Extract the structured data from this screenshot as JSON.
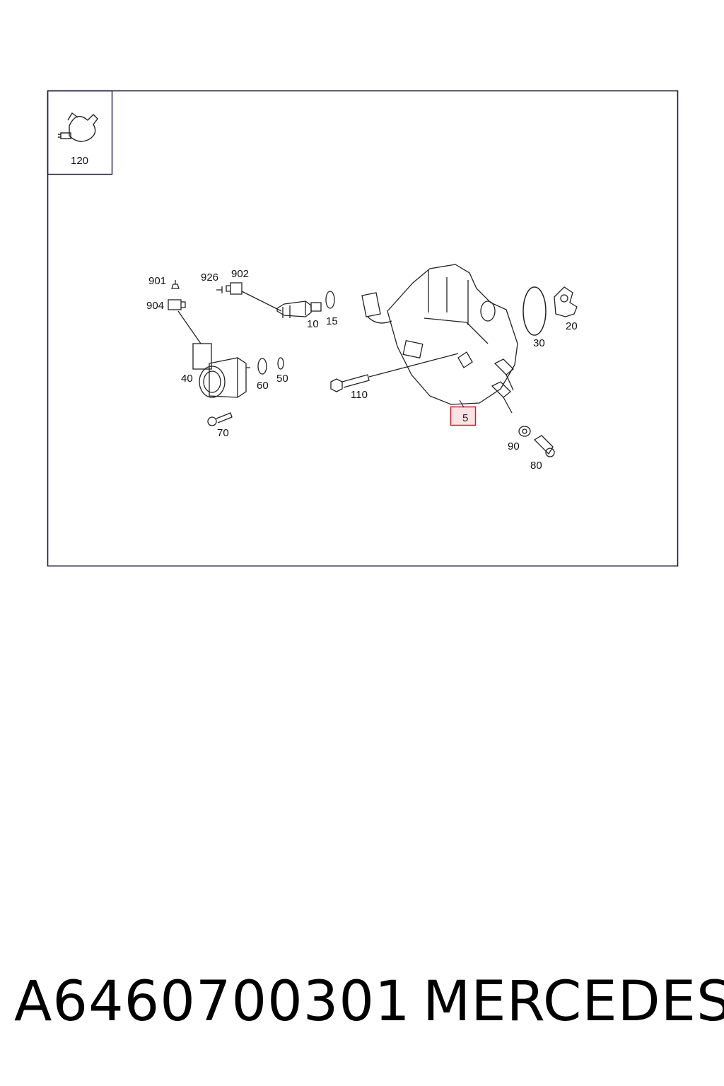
{
  "diagram": {
    "inset": {
      "label": "120"
    },
    "labels": {
      "p901": "901",
      "p904": "904",
      "p926": "926",
      "p902": "902",
      "p10": "10",
      "p15": "15",
      "p40": "40",
      "p60": "60",
      "p50": "50",
      "p70": "70",
      "p110": "110",
      "p30": "30",
      "p20": "20",
      "p90": "90",
      "p80": "80",
      "p5": "5"
    },
    "highlight_color": "#d21c2c"
  },
  "footer": {
    "part_number": "A6460700301",
    "brand": "MERCEDES"
  }
}
